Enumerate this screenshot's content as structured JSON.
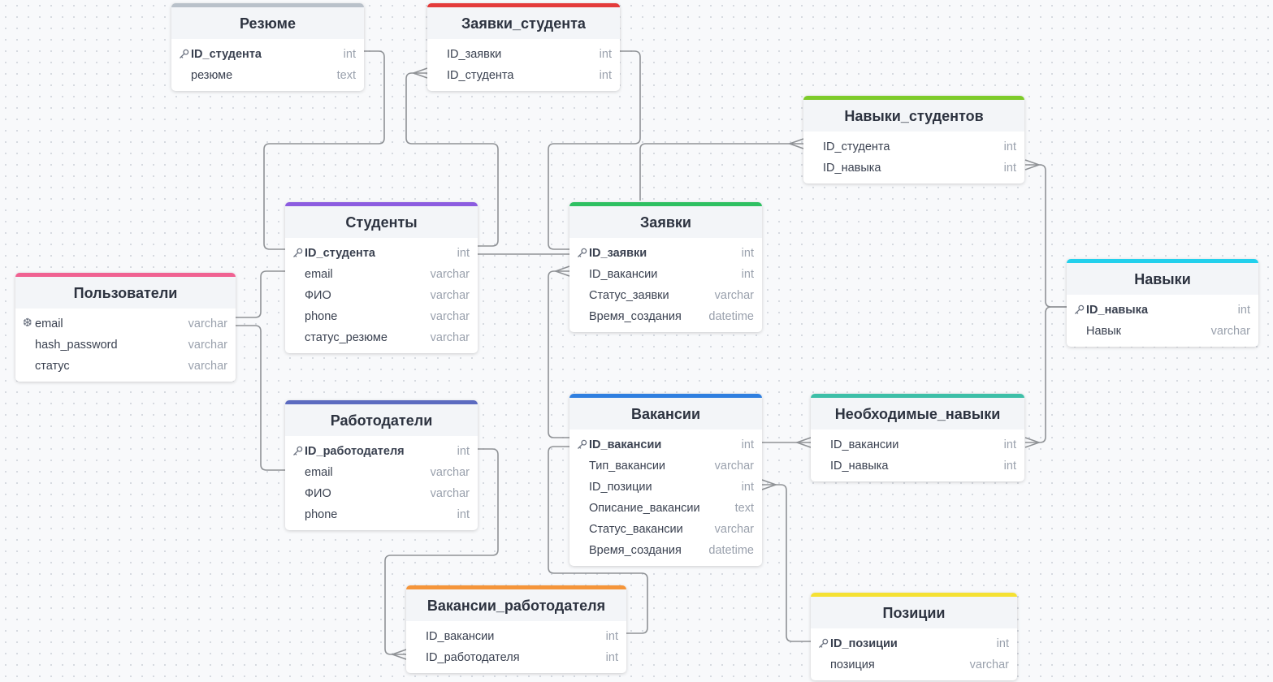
{
  "tables": {
    "resume": {
      "title": "Резюме",
      "color": "#b9c1ca",
      "fields": [
        {
          "name": "ID_студента",
          "type": "int",
          "pk": true
        },
        {
          "name": "резюме",
          "type": "text"
        }
      ]
    },
    "student_apps": {
      "title": "Заявки_студента",
      "color": "#e43b3b",
      "fields": [
        {
          "name": "ID_заявки",
          "type": "int"
        },
        {
          "name": "ID_студента",
          "type": "int"
        }
      ]
    },
    "student_skills": {
      "title": "Навыки_студентов",
      "color": "#7ecb2a",
      "fields": [
        {
          "name": "ID_студента",
          "type": "int"
        },
        {
          "name": "ID_навыка",
          "type": "int"
        }
      ]
    },
    "students": {
      "title": "Студенты",
      "color": "#8c5ce0",
      "fields": [
        {
          "name": "ID_студента",
          "type": "int",
          "pk": true
        },
        {
          "name": "email",
          "type": "varchar"
        },
        {
          "name": "ФИО",
          "type": "varchar"
        },
        {
          "name": "phone",
          "type": "varchar"
        },
        {
          "name": "статус_резюме",
          "type": "varchar"
        }
      ]
    },
    "applications": {
      "title": "Заявки",
      "color": "#2ec062",
      "fields": [
        {
          "name": "ID_заявки",
          "type": "int",
          "pk": true
        },
        {
          "name": "ID_вакансии",
          "type": "int"
        },
        {
          "name": "Статус_заявки",
          "type": "varchar"
        },
        {
          "name": "Время_создания",
          "type": "datetime"
        }
      ]
    },
    "skills": {
      "title": "Навыки",
      "color": "#22d0ec",
      "fields": [
        {
          "name": "ID_навыка",
          "type": "int",
          "pk": true
        },
        {
          "name": "Навык",
          "type": "varchar"
        }
      ]
    },
    "users": {
      "title": "Пользователи",
      "color": "#f06292",
      "fields": [
        {
          "name": "email",
          "type": "varchar",
          "unique": true
        },
        {
          "name": "hash_password",
          "type": "varchar"
        },
        {
          "name": "статус",
          "type": "varchar"
        }
      ]
    },
    "employers": {
      "title": "Работодатели",
      "color": "#5c6bc0",
      "fields": [
        {
          "name": "ID_работодателя",
          "type": "int",
          "pk": true
        },
        {
          "name": "email",
          "type": "varchar"
        },
        {
          "name": "ФИО",
          "type": "varchar"
        },
        {
          "name": "phone",
          "type": "int"
        }
      ]
    },
    "vacancies": {
      "title": "Вакансии",
      "color": "#2f7fe0",
      "fields": [
        {
          "name": "ID_вакансии",
          "type": "int",
          "pk": true
        },
        {
          "name": "Тип_вакансии",
          "type": "varchar"
        },
        {
          "name": "ID_позиции",
          "type": "int"
        },
        {
          "name": "Описание_вакансии",
          "type": "text"
        },
        {
          "name": "Статус_вакансии",
          "type": "varchar"
        },
        {
          "name": "Время_создания",
          "type": "datetime"
        }
      ]
    },
    "required_skills": {
      "title": "Необходимые_навыки",
      "color": "#3dbfa8",
      "fields": [
        {
          "name": "ID_вакансии",
          "type": "int"
        },
        {
          "name": "ID_навыка",
          "type": "int"
        }
      ]
    },
    "employer_vacancies": {
      "title": "Вакансии_работодателя",
      "color": "#f5953a",
      "fields": [
        {
          "name": "ID_вакансии",
          "type": "int"
        },
        {
          "name": "ID_работодателя",
          "type": "int"
        }
      ]
    },
    "positions": {
      "title": "Позиции",
      "color": "#f5e133",
      "fields": [
        {
          "name": "ID_позиции",
          "type": "int",
          "pk": true
        },
        {
          "name": "позиция",
          "type": "varchar"
        }
      ]
    }
  }
}
